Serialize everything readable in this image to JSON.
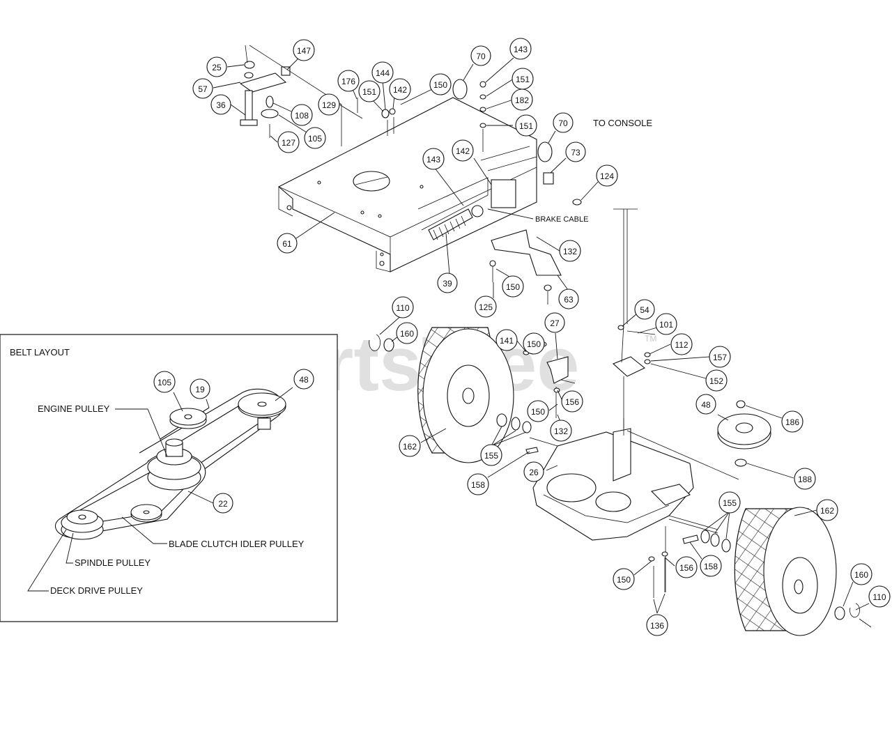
{
  "watermark": {
    "text": "PartsTree",
    "tm": "TM"
  },
  "labels": {
    "to_console": "TO CONSOLE",
    "brake_cable": "BRAKE CABLE"
  },
  "belt_layout": {
    "title": "BELT LAYOUT",
    "engine_pulley": "ENGINE PULLEY",
    "blade_clutch_idler_pulley": "BLADE CLUTCH IDLER PULLEY",
    "spindle_pulley": "SPINDLE PULLEY",
    "deck_drive_pulley": "DECK DRIVE PULLEY"
  },
  "callouts": [
    {
      "id": "c-25",
      "num": "25"
    },
    {
      "id": "c-147",
      "num": "147"
    },
    {
      "id": "c-57",
      "num": "57"
    },
    {
      "id": "c-36",
      "num": "36"
    },
    {
      "id": "c-108",
      "num": "108"
    },
    {
      "id": "c-105a",
      "num": "105"
    },
    {
      "id": "c-127",
      "num": "127"
    },
    {
      "id": "c-176",
      "num": "176"
    },
    {
      "id": "c-144",
      "num": "144"
    },
    {
      "id": "c-151a",
      "num": "151"
    },
    {
      "id": "c-142a",
      "num": "142"
    },
    {
      "id": "c-129",
      "num": "129"
    },
    {
      "id": "c-150a",
      "num": "150"
    },
    {
      "id": "c-70a",
      "num": "70"
    },
    {
      "id": "c-143a",
      "num": "143"
    },
    {
      "id": "c-151b",
      "num": "151"
    },
    {
      "id": "c-182",
      "num": "182"
    },
    {
      "id": "c-151c",
      "num": "151"
    },
    {
      "id": "c-70b",
      "num": "70"
    },
    {
      "id": "c-73",
      "num": "73"
    },
    {
      "id": "c-124",
      "num": "124"
    },
    {
      "id": "c-143b",
      "num": "143"
    },
    {
      "id": "c-142b",
      "num": "142"
    },
    {
      "id": "c-61",
      "num": "61"
    },
    {
      "id": "c-39",
      "num": "39"
    },
    {
      "id": "c-132a",
      "num": "132"
    },
    {
      "id": "c-63",
      "num": "63"
    },
    {
      "id": "c-150b",
      "num": "150"
    },
    {
      "id": "c-125",
      "num": "125"
    },
    {
      "id": "c-110a",
      "num": "110"
    },
    {
      "id": "c-160a",
      "num": "160"
    },
    {
      "id": "c-141",
      "num": "141"
    },
    {
      "id": "c-150c",
      "num": "150"
    },
    {
      "id": "c-27",
      "num": "27"
    },
    {
      "id": "c-54",
      "num": "54"
    },
    {
      "id": "c-101",
      "num": "101"
    },
    {
      "id": "c-112",
      "num": "112"
    },
    {
      "id": "c-157",
      "num": "157"
    },
    {
      "id": "c-152",
      "num": "152"
    },
    {
      "id": "c-156a",
      "num": "156"
    },
    {
      "id": "c-150d",
      "num": "150"
    },
    {
      "id": "c-132b",
      "num": "132"
    },
    {
      "id": "c-48a",
      "num": "48"
    },
    {
      "id": "c-186",
      "num": "186"
    },
    {
      "id": "c-188",
      "num": "188"
    },
    {
      "id": "c-162a",
      "num": "162"
    },
    {
      "id": "c-155a",
      "num": "155"
    },
    {
      "id": "c-158a",
      "num": "158"
    },
    {
      "id": "c-26",
      "num": "26"
    },
    {
      "id": "c-155b",
      "num": "155"
    },
    {
      "id": "c-162b",
      "num": "162"
    },
    {
      "id": "c-158b",
      "num": "158"
    },
    {
      "id": "c-156b",
      "num": "156"
    },
    {
      "id": "c-150e",
      "num": "150"
    },
    {
      "id": "c-160b",
      "num": "160"
    },
    {
      "id": "c-110b",
      "num": "110"
    },
    {
      "id": "c-136",
      "num": "136"
    },
    {
      "id": "c-105b",
      "num": "105"
    },
    {
      "id": "c-19",
      "num": "19"
    },
    {
      "id": "c-48b",
      "num": "48"
    },
    {
      "id": "c-22",
      "num": "22"
    }
  ]
}
